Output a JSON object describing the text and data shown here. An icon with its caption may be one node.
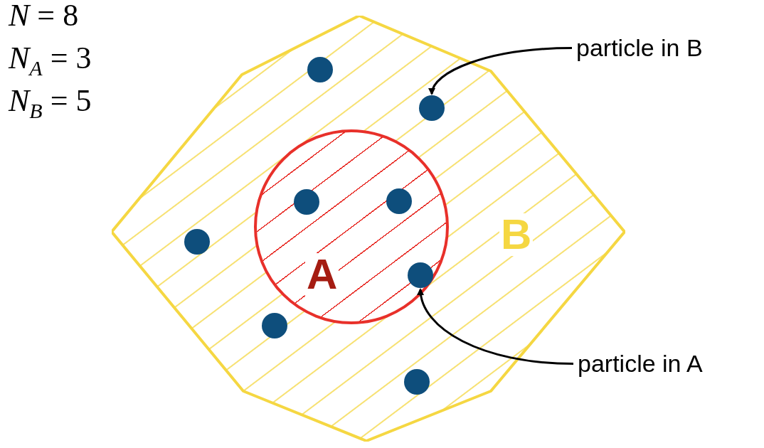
{
  "diagram": {
    "nodes": [
      {
        "text": [
          "B"
        ]
      },
      {
        "text": [
          "A"
        ],
        "in": 0
      },
      {
        "text": [],
        "shape": "circle",
        "in": 0
      },
      {
        "text": [],
        "shape": "circle",
        "in": 0
      },
      {
        "text": [],
        "shape": "circle",
        "in": 1
      },
      {
        "text": [],
        "shape": "circle",
        "in": 1
      },
      {
        "text": [],
        "shape": "circle",
        "in": 0
      },
      {
        "text": [],
        "shape": "circle",
        "in": 1
      },
      {
        "text": [],
        "shape": "circle",
        "in": 0
      },
      {
        "text": [],
        "shape": "circle",
        "in": 0
      },
      {
        "text": [
          "particle in B"
        ]
      },
      {
        "text": [
          "particle in A"
        ]
      }
    ],
    "edges": [
      {
        "from": 10,
        "to": 3,
        "arrow": "to"
      },
      {
        "from": 11,
        "to": 7,
        "arrow": "to"
      }
    ],
    "labels": [
      "*N* = 8",
      "*N*$_{A}$ = 3",
      "*N*$_{B}$ = 5"
    ]
  }
}
